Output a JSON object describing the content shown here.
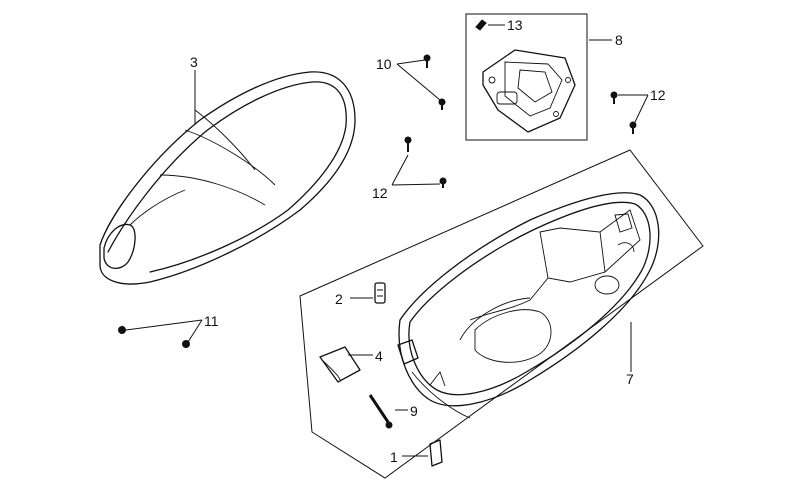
{
  "callouts": {
    "c1": "1",
    "c2": "2",
    "c3": "3",
    "c4": "4",
    "c7": "7",
    "c8": "8",
    "c9": "9",
    "c10": "10",
    "c11": "11",
    "c12a": "12",
    "c12b": "12",
    "c13": "13"
  },
  "colors": {
    "line": "#111111",
    "background": "#ffffff"
  }
}
